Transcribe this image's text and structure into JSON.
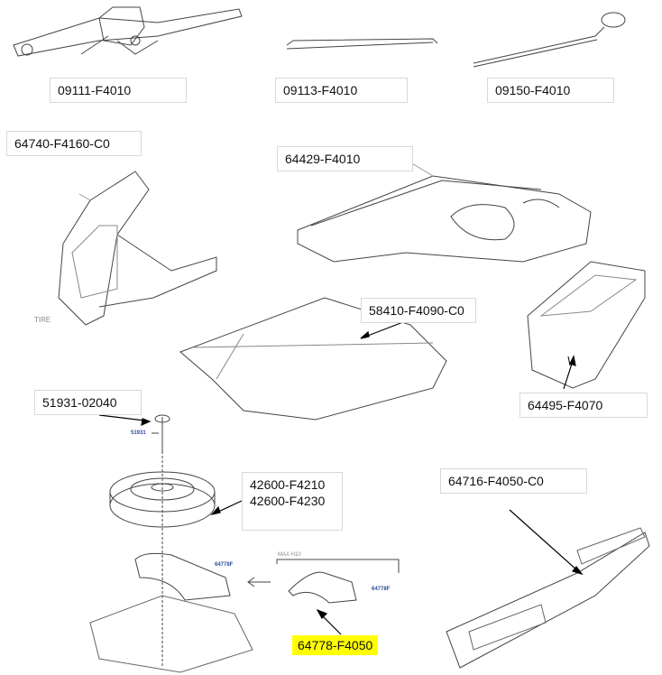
{
  "parts": {
    "jack": "09111-F4010",
    "jack_handle": "09113-F4010",
    "wrench": "09150-F4010",
    "trim_panel": "64740-F4160-C0",
    "tool_tray": "64429-F4010",
    "floor_mat": "58410-F4090-C0",
    "side_box": "64495-F4070",
    "bolt": "51931-02040",
    "spare_tire_1": "42600-F4210",
    "spare_tire_2": "42600-F4230",
    "sill_plate": "64716-F4050-C0",
    "spacer_highlighted": "64778-F4050"
  },
  "callouts": {
    "bolt_ref": "51931",
    "spacer_ref_1": "64778F",
    "spacer_ref_2": "64778F",
    "max_note": "MAX H10",
    "tire_note": "TIRE"
  },
  "colors": {
    "highlight": "#ffff00",
    "callout_blue": "#2a4fa0"
  }
}
